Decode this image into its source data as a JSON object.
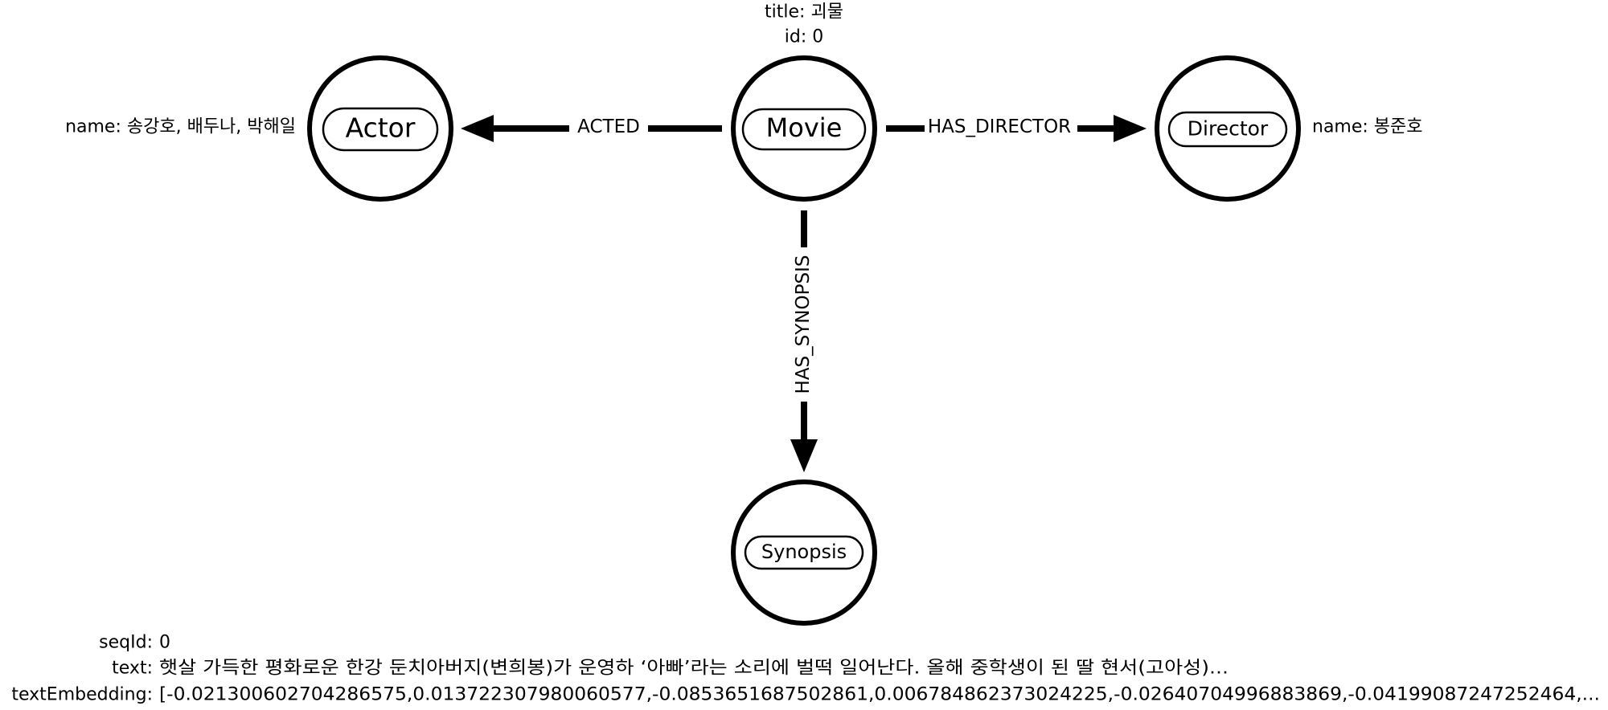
{
  "nodes": {
    "movie": {
      "label": "Movie",
      "props": [
        "title: 괴물",
        "id: 0"
      ]
    },
    "actor": {
      "label": "Actor",
      "props": [
        "name: 송강호, 배두나, 박해일"
      ]
    },
    "director": {
      "label": "Director",
      "props": [
        "name: 봉준호"
      ]
    },
    "synopsis": {
      "label": "Synopsis",
      "props": [
        {
          "key": "seqId:",
          "value": "0"
        },
        {
          "key": "text:",
          "value": "햇살 가득한 평화로운 한강 둔치아버지(변희봉)가 운영하 ‘아빠’라는 소리에 벌떡 일어난다. 올해 중학생이 된 딸 현서(고아성)..."
        },
        {
          "key": "textEmbedding:",
          "value": "[-0.021300602704286575,0.013722307980060577,-0.0853651687502861,0.006784862373024225,-0.02640704996883869,-0.04199087247252464,..."
        }
      ]
    }
  },
  "edges": {
    "acted": {
      "label": "ACTED"
    },
    "has_director": {
      "label": "HAS_DIRECTOR"
    },
    "has_synopsis": {
      "label": "HAS_SYNOPSIS"
    }
  }
}
